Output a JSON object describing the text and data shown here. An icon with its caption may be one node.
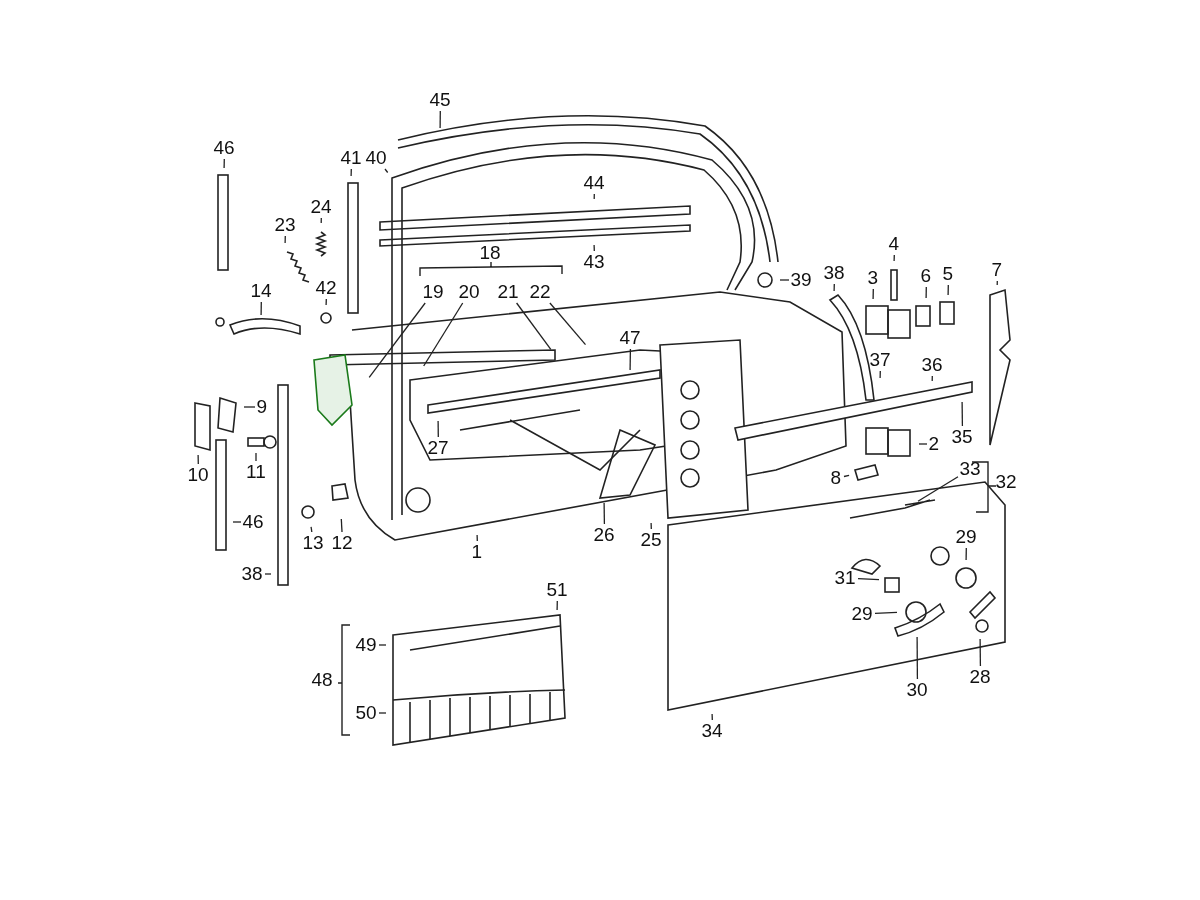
{
  "diagram": {
    "nodes": [
      {
        "text": [
          "45"
        ]
      },
      {
        "text": [
          "46"
        ]
      },
      {
        "text": [
          "41"
        ]
      },
      {
        "text": [
          "40"
        ]
      },
      {
        "text": [
          "24"
        ]
      },
      {
        "text": [
          "23"
        ]
      },
      {
        "text": [
          "44"
        ]
      },
      {
        "text": [
          "43"
        ]
      },
      {
        "text": [
          "19"
        ]
      },
      {
        "text": [
          "20"
        ]
      },
      {
        "text": [
          "21"
        ]
      },
      {
        "text": [
          "22"
        ]
      },
      {
        "text": [
          "14"
        ]
      },
      {
        "text": [
          "42"
        ]
      },
      {
        "text": [
          "39"
        ]
      },
      {
        "text": [
          "38"
        ]
      },
      {
        "text": [
          "4"
        ]
      },
      {
        "text": [
          "3"
        ]
      },
      {
        "text": [
          "6"
        ]
      },
      {
        "text": [
          "5"
        ]
      },
      {
        "text": [
          "7"
        ]
      },
      {
        "text": [
          "47"
        ]
      },
      {
        "text": [
          "37"
        ]
      },
      {
        "text": [
          "36"
        ]
      },
      {
        "text": [
          "9"
        ]
      },
      {
        "text": [
          "10"
        ]
      },
      {
        "text": [
          "11"
        ]
      },
      {
        "text": [
          "27"
        ]
      },
      {
        "text": [
          "35"
        ]
      },
      {
        "text": [
          "2"
        ]
      },
      {
        "text": [
          "8"
        ]
      },
      {
        "text": [
          "33"
        ]
      },
      {
        "text": [
          "46"
        ]
      },
      {
        "text": [
          "13"
        ]
      },
      {
        "text": [
          "12"
        ]
      },
      {
        "text": [
          "1"
        ]
      },
      {
        "text": [
          "26"
        ]
      },
      {
        "text": [
          "25"
        ]
      },
      {
        "text": [
          "38"
        ]
      },
      {
        "text": [
          "51"
        ]
      },
      {
        "text": [
          "49"
        ]
      },
      {
        "text": [
          "50"
        ]
      },
      {
        "text": [
          "29"
        ]
      },
      {
        "text": [
          "31"
        ]
      },
      {
        "text": [
          "29"
        ]
      },
      {
        "text": [
          "30"
        ]
      },
      {
        "text": [
          "28"
        ]
      },
      {
        "text": [
          "34"
        ]
      }
    ],
    "edges": [
      {
        "from": 0,
        "to": null,
        "arrow": "none"
      },
      {
        "from": 1,
        "to": null,
        "arrow": "none"
      },
      {
        "from": 2,
        "to": null,
        "arrow": "none"
      },
      {
        "from": 3,
        "to": null,
        "arrow": "none"
      },
      {
        "from": 4,
        "to": null,
        "arrow": "none"
      },
      {
        "from": 5,
        "to": null,
        "arrow": "none"
      },
      {
        "from": 6,
        "to": null,
        "arrow": "none"
      },
      {
        "from": 7,
        "to": null,
        "arrow": "none"
      },
      {
        "from": 8,
        "to": null,
        "arrow": "none"
      },
      {
        "from": 9,
        "to": null,
        "arrow": "none"
      },
      {
        "from": 10,
        "to": null,
        "arrow": "none"
      },
      {
        "from": 11,
        "to": null,
        "arrow": "none"
      },
      {
        "from": 12,
        "to": null,
        "arrow": "none"
      },
      {
        "from": 13,
        "to": null,
        "arrow": "none"
      },
      {
        "from": 14,
        "to": null,
        "arrow": "none"
      },
      {
        "from": 15,
        "to": null,
        "arrow": "none"
      },
      {
        "from": 16,
        "to": null,
        "arrow": "none"
      },
      {
        "from": 17,
        "to": null,
        "arrow": "none"
      },
      {
        "from": 18,
        "to": null,
        "arrow": "none"
      },
      {
        "from": 19,
        "to": null,
        "arrow": "none"
      },
      {
        "from": 20,
        "to": null,
        "arrow": "none"
      },
      {
        "from": 21,
        "to": null,
        "arrow": "none"
      },
      {
        "from": 22,
        "to": null,
        "arrow": "none"
      },
      {
        "from": 23,
        "to": null,
        "arrow": "none"
      },
      {
        "from": 24,
        "to": null,
        "arrow": "none"
      },
      {
        "from": 25,
        "to": null,
        "arrow": "none"
      },
      {
        "from": 26,
        "to": null,
        "arrow": "none"
      },
      {
        "from": 27,
        "to": null,
        "arrow": "none"
      },
      {
        "from": 28,
        "to": null,
        "arrow": "none"
      },
      {
        "from": 29,
        "to": null,
        "arrow": "none"
      },
      {
        "from": 30,
        "to": null,
        "arrow": "none"
      },
      {
        "from": 31,
        "to": null,
        "arrow": "none"
      },
      {
        "from": 32,
        "to": null,
        "arrow": "none"
      },
      {
        "from": 33,
        "to": null,
        "arrow": "none"
      },
      {
        "from": 34,
        "to": null,
        "arrow": "none"
      },
      {
        "from": 35,
        "to": null,
        "arrow": "none"
      },
      {
        "from": 36,
        "to": null,
        "arrow": "none"
      },
      {
        "from": 37,
        "to": null,
        "arrow": "none"
      },
      {
        "from": 38,
        "to": null,
        "arrow": "none"
      },
      {
        "from": 39,
        "to": null,
        "arrow": "none"
      },
      {
        "from": 40,
        "to": null,
        "arrow": "none"
      },
      {
        "from": 41,
        "to": null,
        "arrow": "none"
      },
      {
        "from": 42,
        "to": null,
        "arrow": "none"
      },
      {
        "from": 43,
        "to": null,
        "arrow": "none"
      },
      {
        "from": 44,
        "to": null,
        "arrow": "none"
      },
      {
        "from": 45,
        "to": null,
        "arrow": "none"
      },
      {
        "from": 46,
        "to": null,
        "arrow": "none"
      },
      {
        "from": 47,
        "to": null,
        "arrow": "none"
      }
    ],
    "labels": [
      "18",
      "32",
      "48"
    ]
  }
}
